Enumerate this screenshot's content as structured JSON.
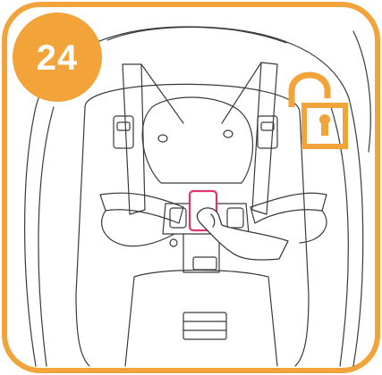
{
  "step": {
    "number": "24"
  },
  "icons": {
    "status_icon": "unlocked-padlock-icon",
    "hand_icon": "finger-pressing-icon"
  },
  "colors": {
    "accent": "#F2A33A",
    "frame_border": "#F2A33A",
    "buckle_highlight": "#E0376A",
    "line_art": "#3a3a3a",
    "background": "#ffffff"
  },
  "action": {
    "state": "unlocked",
    "target": "harness-buckle-release"
  }
}
